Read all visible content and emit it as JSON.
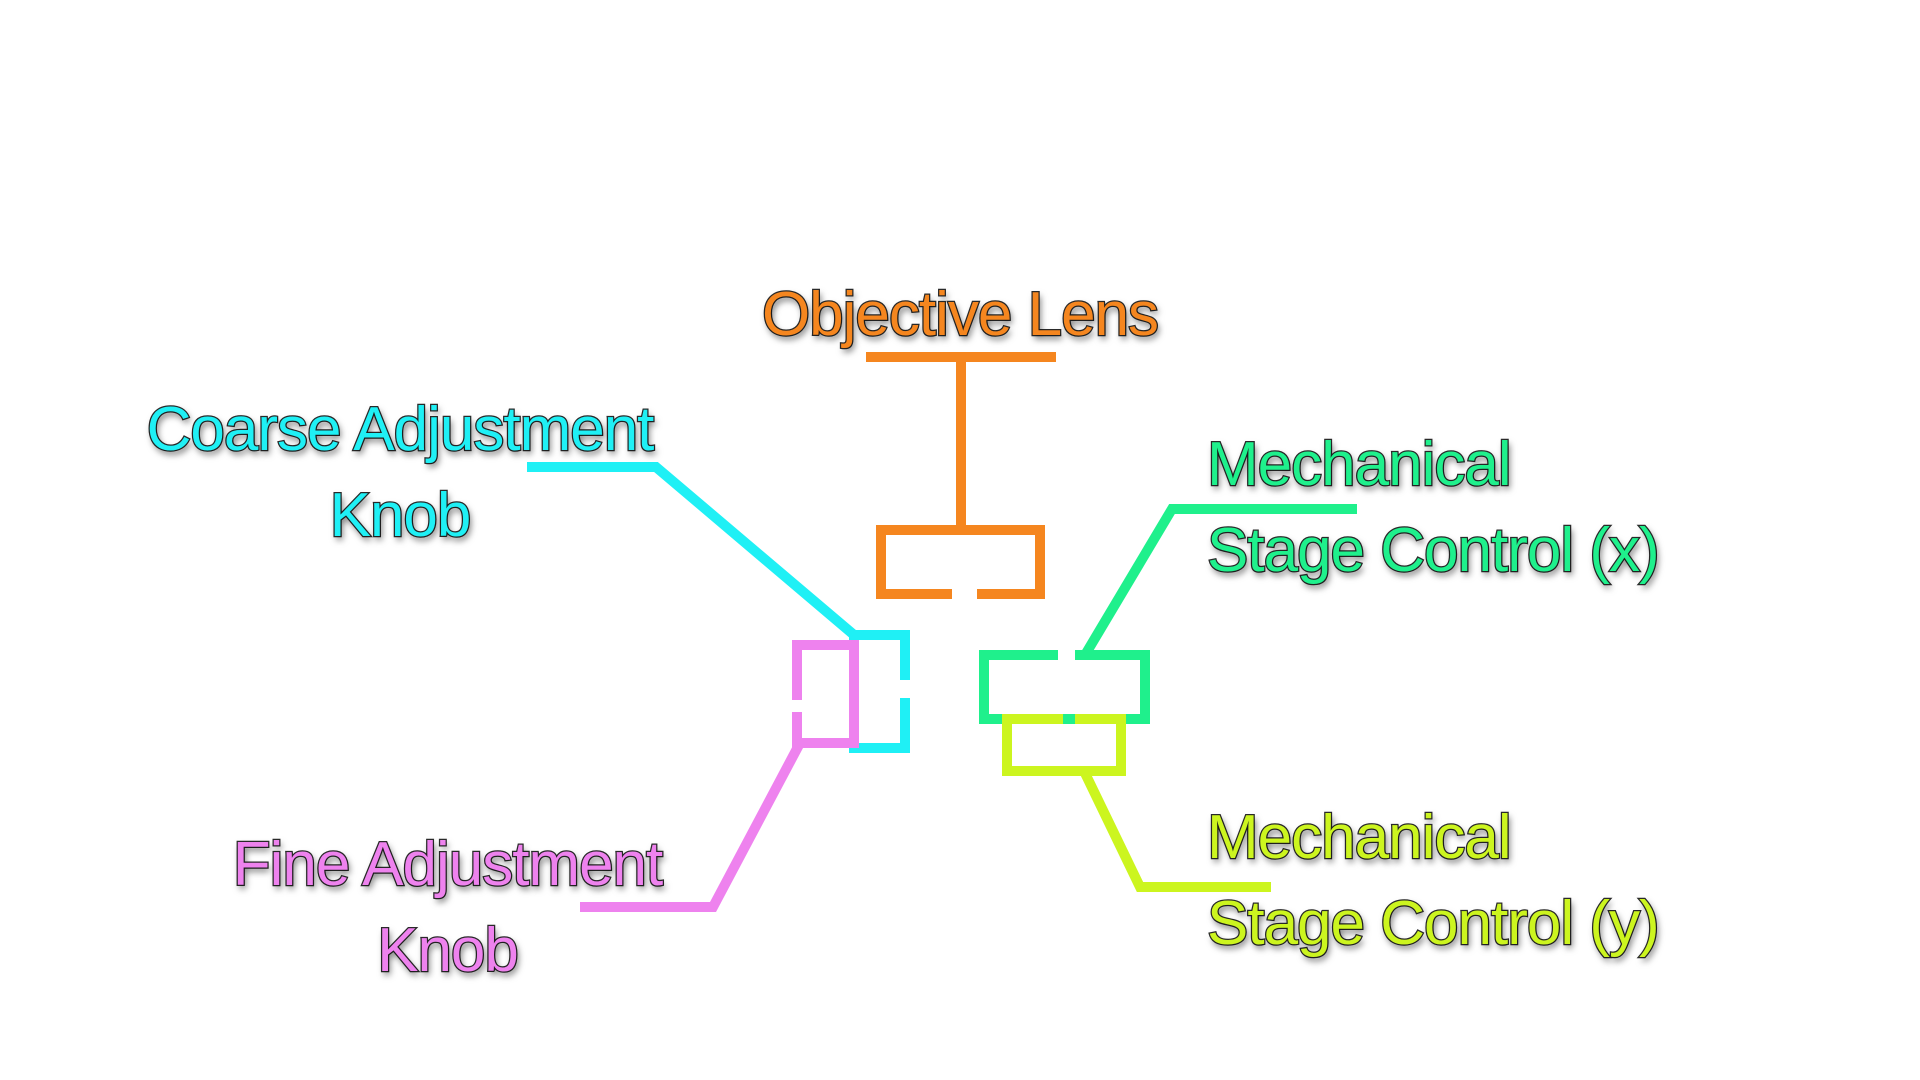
{
  "labels": {
    "objective_lens": {
      "text": "Objective Lens",
      "color": "#F5861F"
    },
    "coarse_adjustment_knob": {
      "line1": "Coarse Adjustment",
      "line2": "Knob",
      "color": "#1FF0F5"
    },
    "fine_adjustment_knob": {
      "line1": "Fine Adjustment",
      "line2": "Knob",
      "color": "#EE82EE"
    },
    "stage_control_x": {
      "line1": "Mechanical",
      "line2": "Stage Control (x)",
      "color": "#1FF08C"
    },
    "stage_control_y": {
      "line1": "Mechanical",
      "line2": "Stage Control (y)",
      "color": "#CCF51F"
    }
  }
}
